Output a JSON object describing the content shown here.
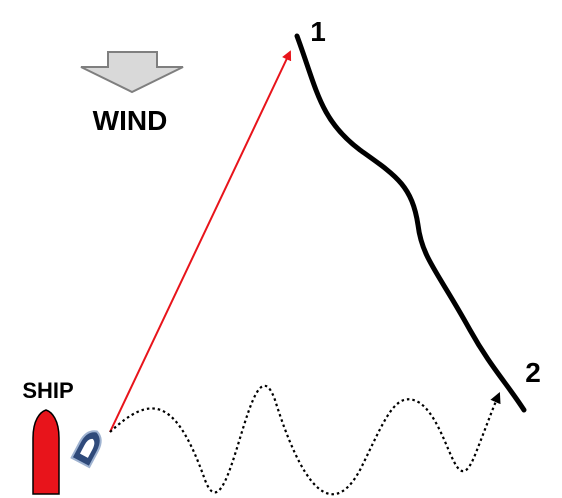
{
  "labels": {
    "wind": "WIND",
    "ship": "SHIP",
    "point_1": "1",
    "point_2": "2"
  },
  "colors": {
    "ship": "#e8141b",
    "boat": "#2f4a7a",
    "direct_route": "#e8141b",
    "coastline": "#000000",
    "wind_arrow_fill": "#d9d9d9",
    "wind_arrow_stroke": "#7f7f7f",
    "drift_path": "#000000"
  },
  "icons": {
    "wind_arrow": "down-arrow-icon",
    "ship": "ship-icon",
    "boat": "lifeboat-icon"
  }
}
